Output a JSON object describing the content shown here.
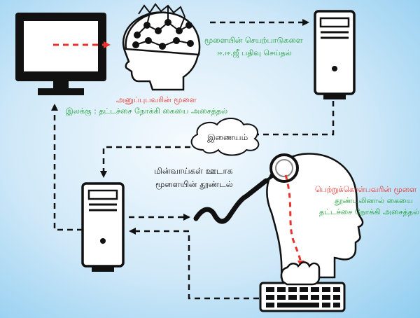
{
  "colors": {
    "background": "#cfe8f8",
    "red": "#e8322b",
    "green": "#22a23a",
    "line": "#111111"
  },
  "labels": {
    "eeg_record_line1": "மூளையின் செயற்பாடுகளை",
    "eeg_record_line2": "ஈ.ஈ.ஜீ பதிவு செய்தல்",
    "sender_brain": "அனுப்புபவரின் மூளை",
    "sender_goal": "இலக்கு : தட்டச்சை நோக்கி கையை அசைத்தல்",
    "internet": "இணையம்",
    "stim_line1": "மின்வாய்கள் ஊடாக",
    "stim_line2": "மூளையின் தூண்டல்",
    "receiver_brain": "பெற்றுக்கொள்பவரின் மூளை",
    "receiver_line1": "தூண்டலினால் கையை",
    "receiver_line2": "தட்டச்சை நோக்கி அசைத்தல்"
  }
}
